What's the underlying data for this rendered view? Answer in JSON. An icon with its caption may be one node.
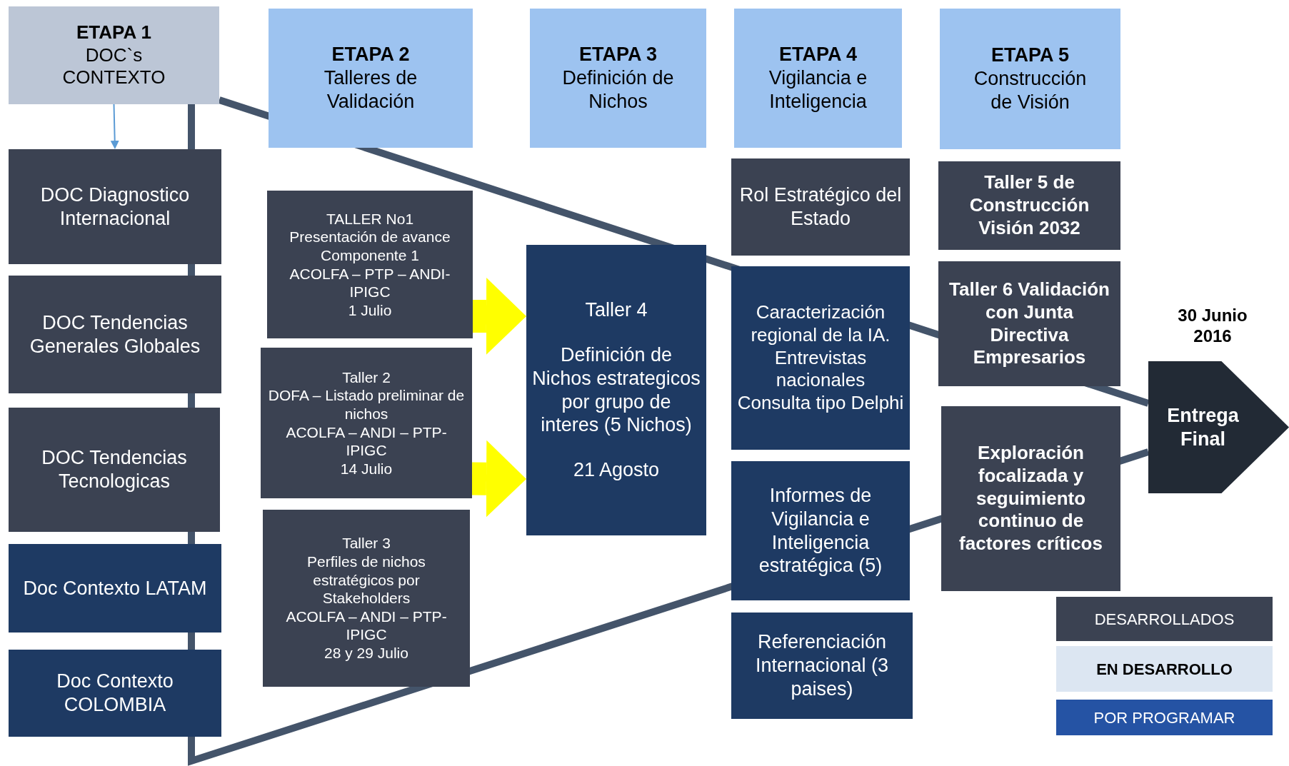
{
  "diagram": {
    "nodes": [
      {
        "text": [
          "ETAPA 1",
          "DOC`s CONTEXTO"
        ]
      },
      {
        "text": [
          "ETAPA 2",
          "Talleres de Validación"
        ]
      },
      {
        "text": [
          "ETAPA 3",
          "Definición de Nichos"
        ]
      },
      {
        "text": [
          "ETAPA 4",
          "Vigilancia e Inteligencia"
        ]
      },
      {
        "text": [
          "ETAPA 5",
          "Construcción de Visión"
        ]
      },
      {
        "text": [
          "DOC Diagnostico Internacional"
        ]
      },
      {
        "text": [
          "DOC Tendencias Generales Globales"
        ]
      },
      {
        "text": [
          "DOC Tendencias Tecnologicas"
        ]
      },
      {
        "text": [
          "Doc Contexto LATAM"
        ]
      },
      {
        "text": [
          "Doc Contexto COLOMBIA"
        ]
      },
      {
        "text": [
          "TALLER No1",
          "Presentación de avance Componente 1",
          "ACOLFA – PTP – ANDI- IPIGC",
          "1 Julio"
        ]
      },
      {
        "text": [
          "Taller 2",
          "DOFA – Listado preliminar de nichos",
          "ACOLFA – ANDI – PTP- IPIGC",
          "14 Julio"
        ]
      },
      {
        "text": [
          "Taller 3",
          "Perfiles de nichos estratégicos por Stakeholders",
          "ACOLFA – ANDI – PTP- IPIGC",
          "28 y 29 Julio"
        ]
      },
      {
        "text": [
          "Taller 4",
          "Definición de Nichos estrategicos por grupo de interes (5 Nichos)",
          "21 Agosto"
        ]
      },
      {
        "text": [
          "Rol Estratégico del Estado"
        ]
      },
      {
        "text": [
          "Caracterización regional de la IA.",
          "Entrevistas nacionales",
          "Consulta tipo Delphi"
        ]
      },
      {
        "text": [
          "Informes de Vigilancia e Inteligencia estratégica (5)"
        ]
      },
      {
        "text": [
          "Referenciación Internacional (3 paises)"
        ]
      },
      {
        "text": [
          "Taller 5 de Construcción Visión 2032"
        ]
      },
      {
        "text": [
          "Taller 6 Validación con Junta Directiva Empresarios"
        ]
      },
      {
        "text": [
          "Exploración focalizada y seguimiento continuo de factores críticos"
        ]
      },
      {
        "text": [
          "Entrega Final"
        ],
        "beside": [
          "30 Junio 2016"
        ]
      }
    ],
    "edges": [
      {
        "from": 0,
        "to": 5,
        "arrow": "to",
        "color": "#5b9bd5"
      },
      {
        "from": 10,
        "to": 13,
        "arrow": "to",
        "color": "#ffff00"
      },
      {
        "from": 11,
        "to": 13,
        "arrow": "to",
        "color": "#ffff00"
      }
    ],
    "legend": [
      {
        "text": "DESARROLLADOS",
        "color": "#3b4252"
      },
      {
        "text": "EN DESARROLLO",
        "color": "#dce6f2"
      },
      {
        "text": "POR PROGRAMAR",
        "color": "#2553a4"
      }
    ]
  }
}
